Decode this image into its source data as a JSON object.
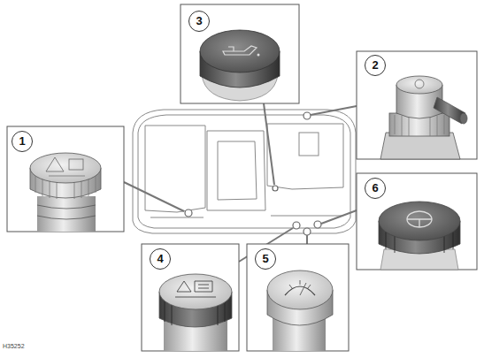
{
  "diagram": {
    "labels": [
      "1",
      "2",
      "3",
      "4",
      "5",
      "6",
      "H35252"
    ]
  }
}
